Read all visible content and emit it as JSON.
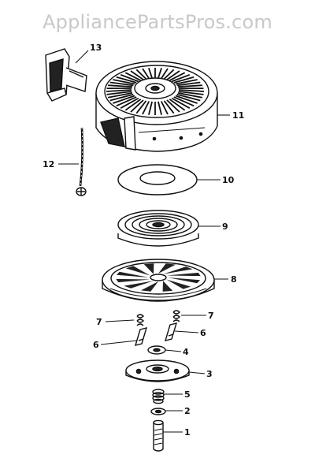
{
  "watermark": "AppliancePartsPros.com",
  "colors": {
    "ink": "#111111",
    "watermark": "#c9c9c9",
    "background": "#ffffff"
  },
  "callouts": {
    "n1": "1",
    "n2": "2",
    "n3": "3",
    "n4": "4",
    "n5": "5",
    "n6a": "6",
    "n6b": "6",
    "n7a": "7",
    "n7b": "7",
    "n8": "8",
    "n9": "9",
    "n10": "10",
    "n11": "11",
    "n12": "12",
    "n13": "13"
  }
}
